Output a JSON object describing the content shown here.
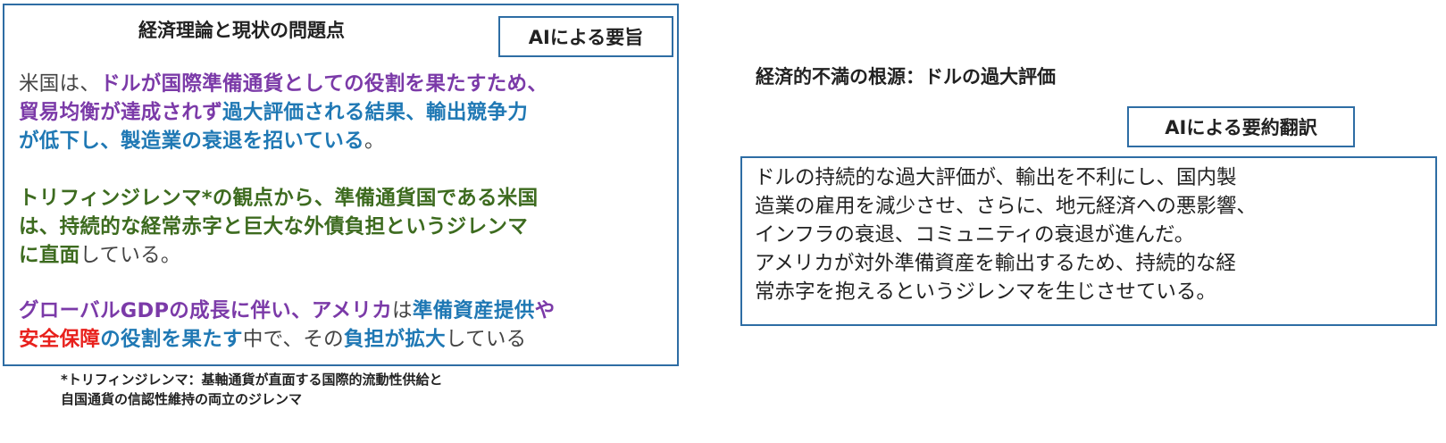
{
  "left_panel": {
    "title": "経済理論と現状の問題点",
    "badge": "AIによる要旨",
    "p1": {
      "l1a": "米国は、",
      "l1b": "ドルが国際準備通貨としての役割を果たすため、",
      "l2a": "貿易均衡が達成されず",
      "l2b": "過大評価される結果、輸出競争力",
      "l3a": "が低下し、製造業の衰退を招いている",
      "l3b": "。"
    },
    "p2": {
      "l1": "トリフィンジレンマ*の観点から、準備通貨国である米国",
      "l2": "は、持続的な経常赤字と巨大な外債負担というジレンマ",
      "l3a": "に直面",
      "l3b": "している。"
    },
    "p3": {
      "l1a": "グローバルGDPの成長に伴い、",
      "l1b": "アメリカ",
      "l1c": "は",
      "l1d": "準備資産提供",
      "l1e": "や",
      "l2a": "安全保障",
      "l2b": "の役割を果たす",
      "l2c": "中で、その",
      "l2d": "負担が拡大",
      "l2e": "している"
    }
  },
  "footnote": {
    "l1": "*トリフィンジレンマ：基軸通貨が直面する国際的流動性供給と",
    "l2": "自国通貨の信認性維持の両立のジレンマ"
  },
  "right": {
    "heading": "経済的不満の根源：ドルの過大評価",
    "badge": "AIによる要約翻訳",
    "lines": [
      "ドルの持続的な過大評価が、輸出を不利にし、国内製",
      "造業の雇用を減少させ、さらに、地元経済への悪影響、",
      "インフラの衰退、コミュニティの衰退が進んだ。",
      "アメリカが対外準備資産を輸出するため、持続的な経",
      "常赤字を抱えるというジレンマを生じさせている。"
    ]
  },
  "colors": {
    "border": "#2e6da4",
    "purple": "#7b3aa8",
    "blue": "#1f78b4",
    "green": "#3d6b1f",
    "red": "#e8201c"
  }
}
